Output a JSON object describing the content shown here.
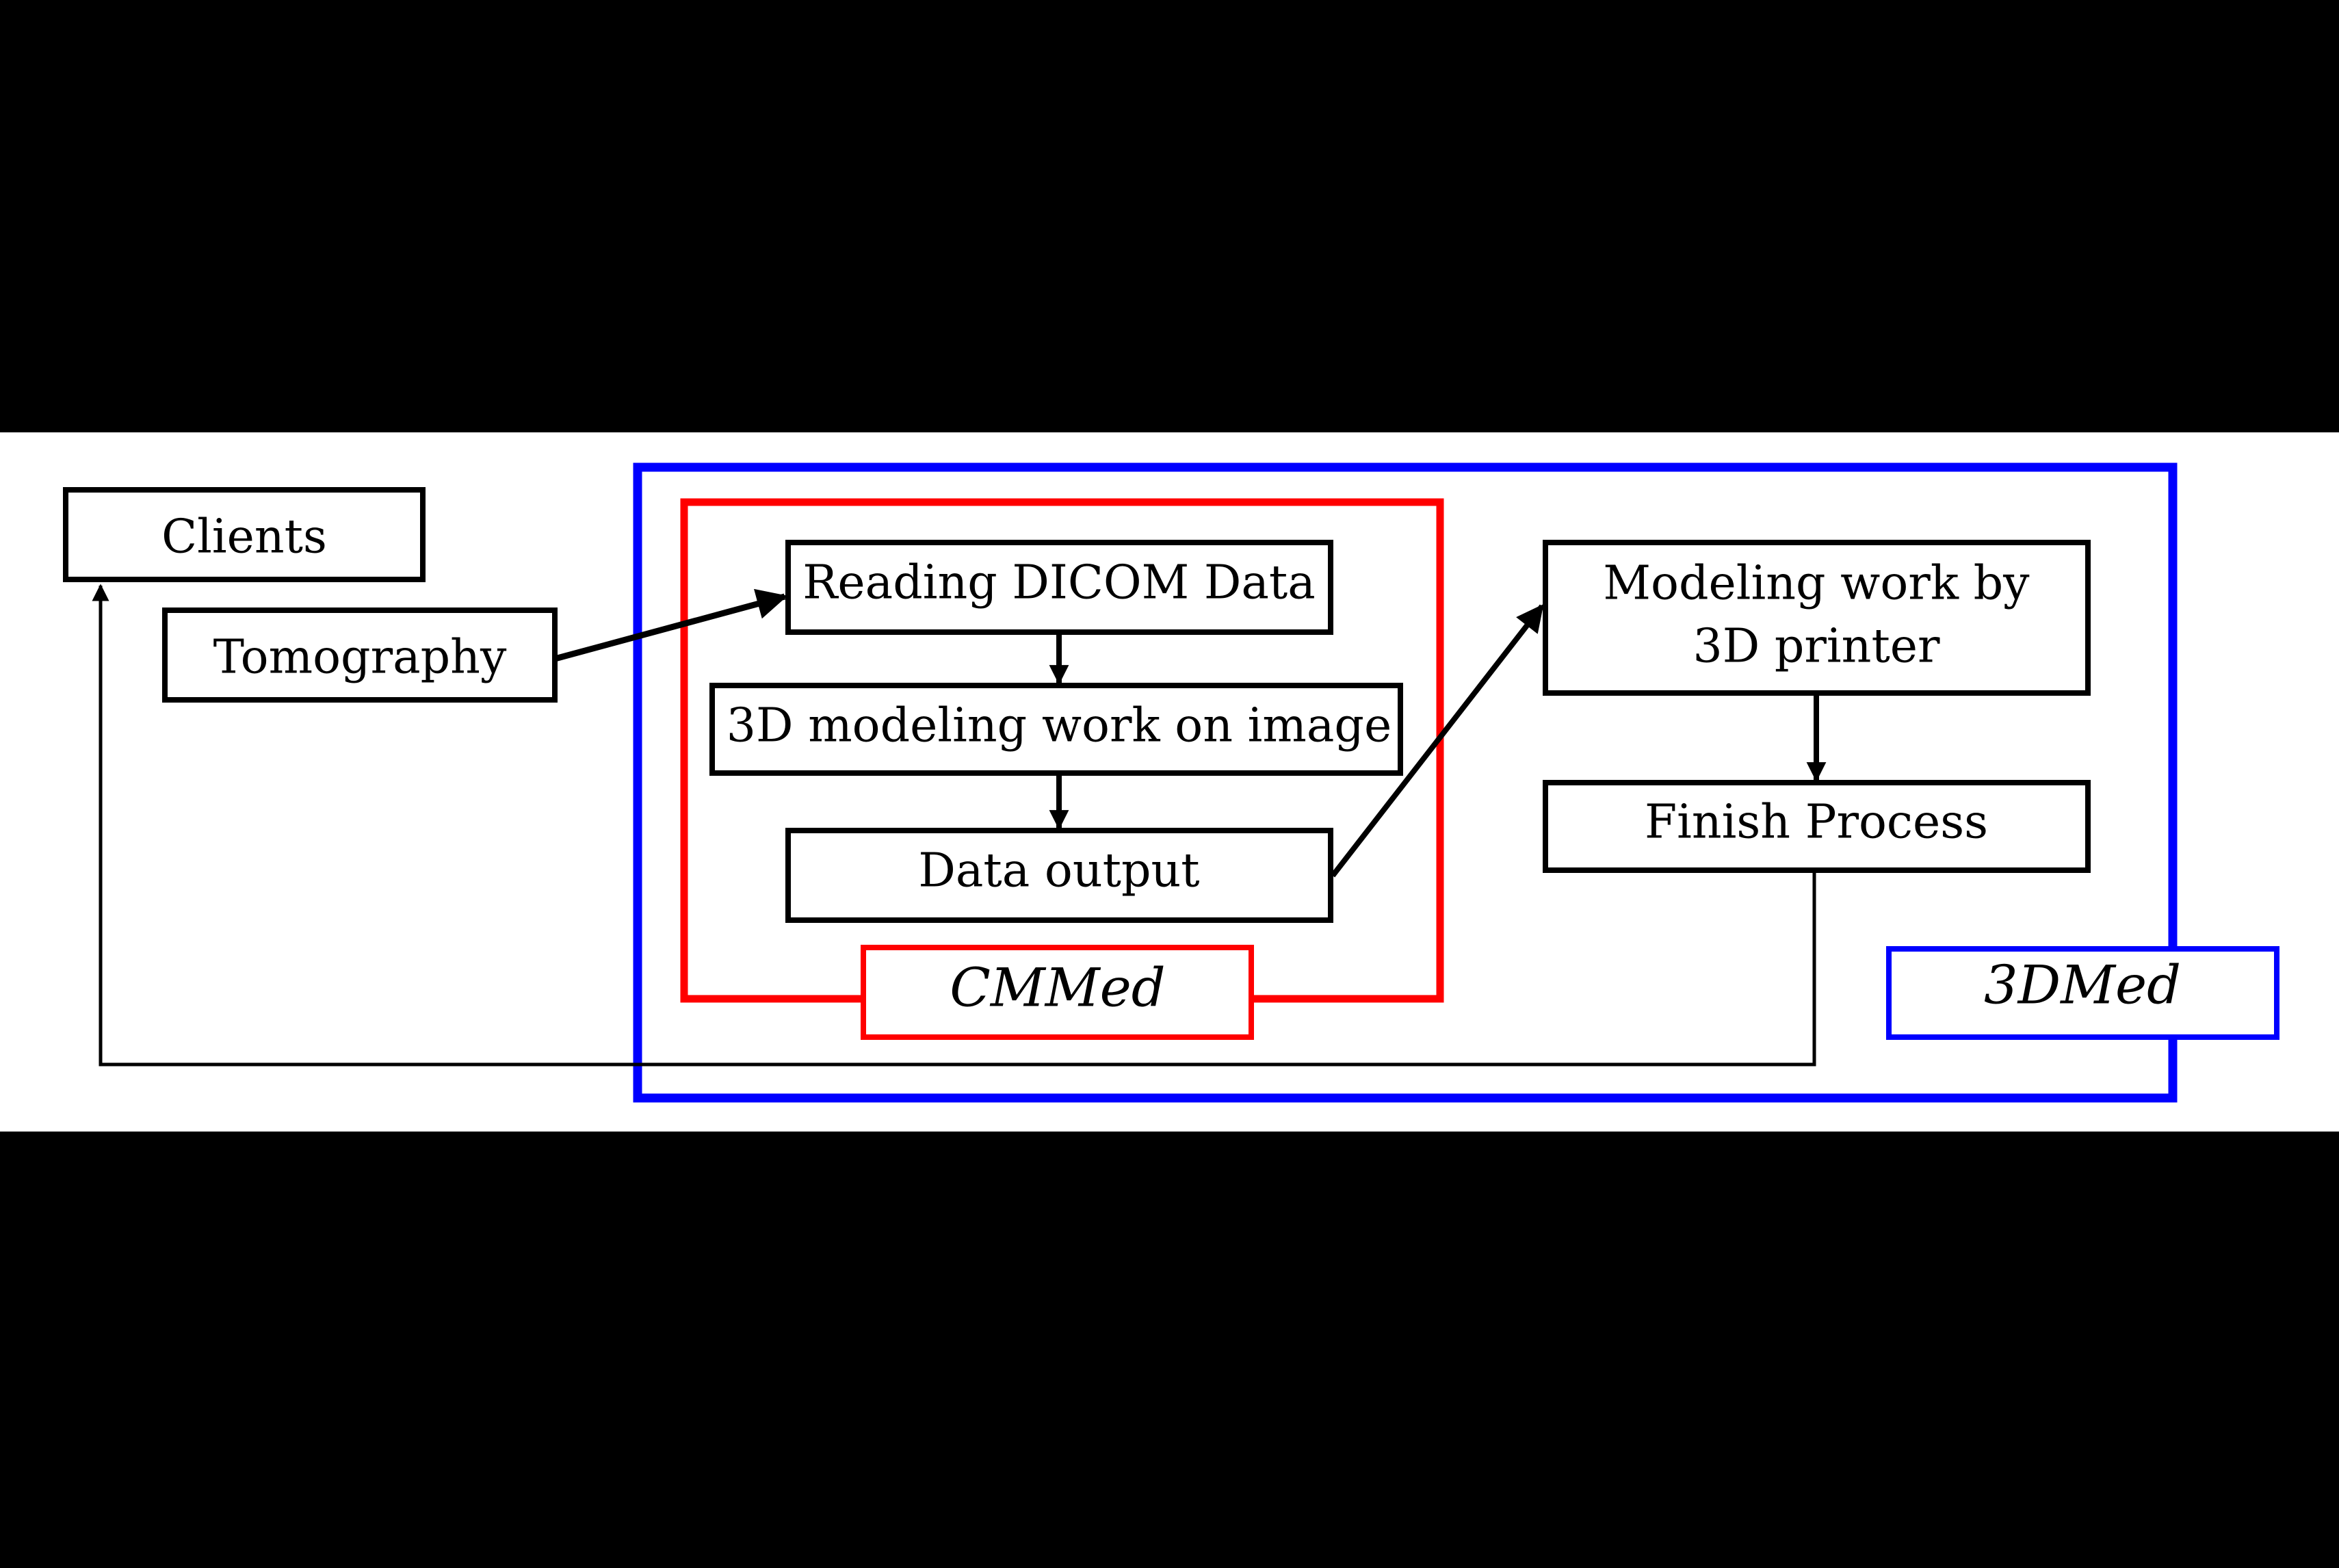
{
  "diagram": {
    "nodes": {
      "clients": "Clients",
      "tomography": "Tomography",
      "reading_dicom": "Reading DICOM Data",
      "modeling_3d": "3D modeling work on image",
      "data_output": "Data output",
      "printer_line1": "Modeling work by",
      "printer_line2": "3D printer",
      "finish": "Finish Process"
    },
    "groups": {
      "cmmed": "CMMed",
      "threedmed": "3DMed"
    },
    "colors": {
      "background": "#000000",
      "panel": "#ffffff",
      "cmmed_frame": "#ff0000",
      "threedmed_frame": "#0000ff",
      "line": "#000000"
    }
  }
}
